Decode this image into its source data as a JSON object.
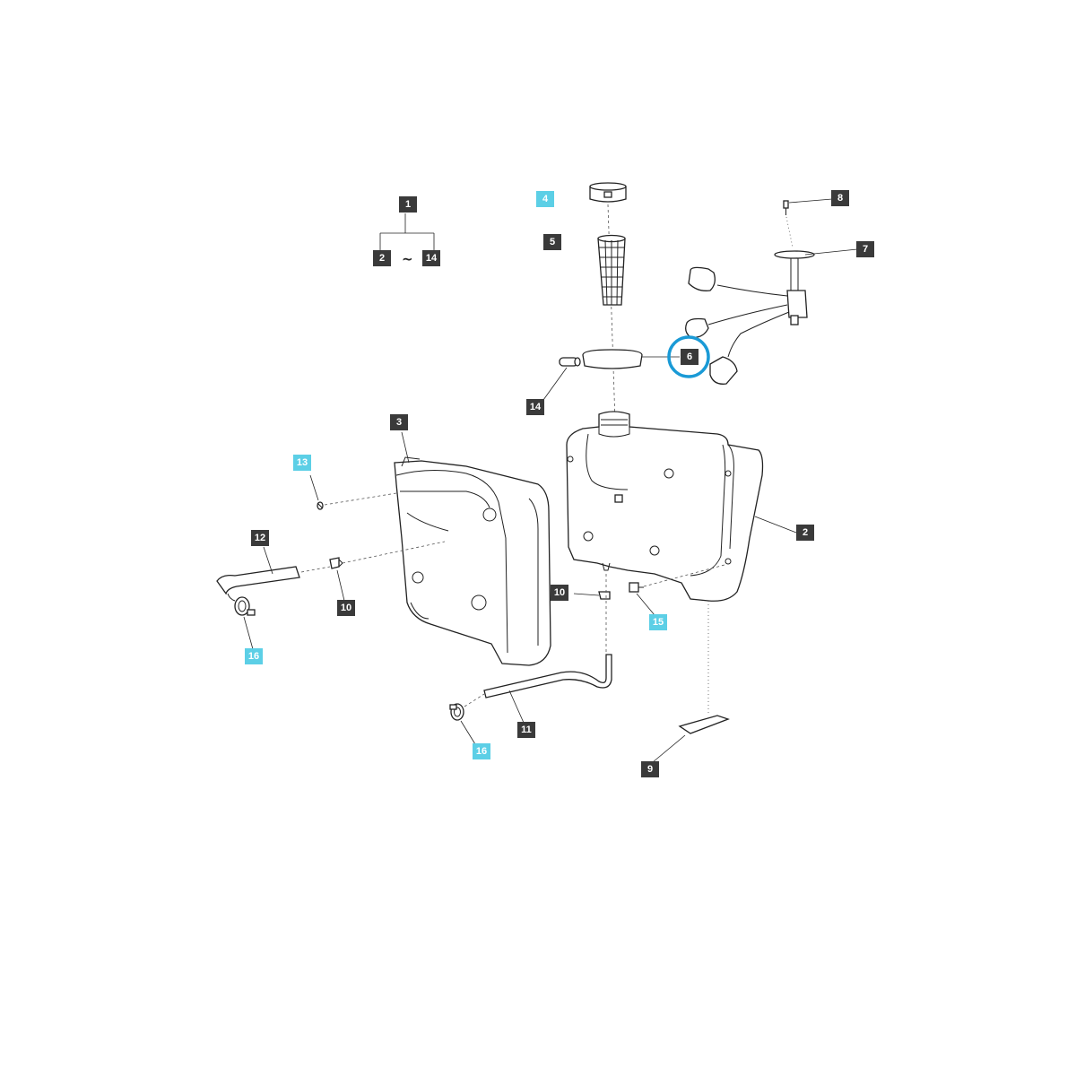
{
  "callouts": {
    "c1": "1",
    "c2_top": "2",
    "c14_top": "14",
    "tilde": "~",
    "c4": "4",
    "c5": "5",
    "c6": "6",
    "c7": "7",
    "c8": "8",
    "c14_mid": "14",
    "c3": "3",
    "c2_tank": "2",
    "c13": "13",
    "c12": "12",
    "c10_left": "10",
    "c10_right": "10",
    "c15": "15",
    "c16_left": "16",
    "c16_bottom": "16",
    "c11": "11",
    "c9": "9"
  },
  "colors": {
    "callout_dark": "#3a3a3a",
    "callout_highlight": "#5ccfe6",
    "focus_ring": "#1a9ad6"
  },
  "highlighted_part": "6"
}
